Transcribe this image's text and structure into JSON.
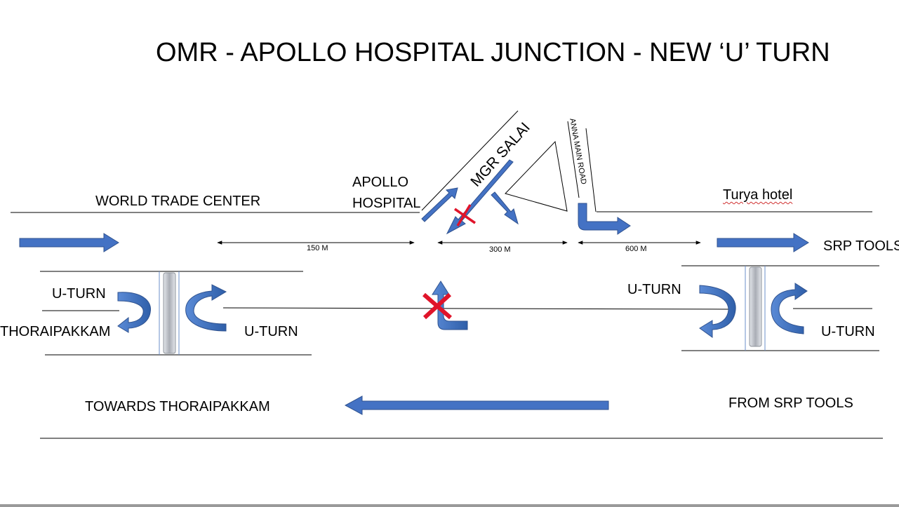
{
  "title": "OMR - APOLLO HOSPITAL JUNCTION - NEW ‘U’ TURN",
  "labels": {
    "world_trade_center": "WORLD TRADE CENTER",
    "apollo_line1": "APOLLO",
    "apollo_line2": "HOSPITAL",
    "mgr_salai": "MGR SALAI",
    "anna_main_road": "ANNA MAIN ROAD",
    "turya_hotel": "Turya hotel",
    "srp_tools": "SRP TOOLS",
    "uturn_left_top": "U-TURN",
    "thoraipakkam": "THORAIPAKKAM",
    "uturn_left_bottom": "U-TURN",
    "uturn_right_top": "U-TURN",
    "uturn_right_bottom": "U-TURN",
    "towards_thoraipakkam": "TOWARDS THORAIPAKKAM",
    "from_srp_tools": "FROM SRP TOOLS"
  },
  "distances": {
    "d1": "150  M",
    "d2": "300  M",
    "d3": "600  M"
  },
  "colors": {
    "arrow_blue": "#4472C4",
    "arrow_outline": "#2F528F",
    "cross_red": "#E0142A",
    "line": "#000000",
    "median_gray": "#c8ccd2"
  },
  "icons": {
    "blocked": "red-cross-icon",
    "direction": "block-arrow-icon",
    "u_turn": "curved-u-turn-arrow-icon"
  }
}
